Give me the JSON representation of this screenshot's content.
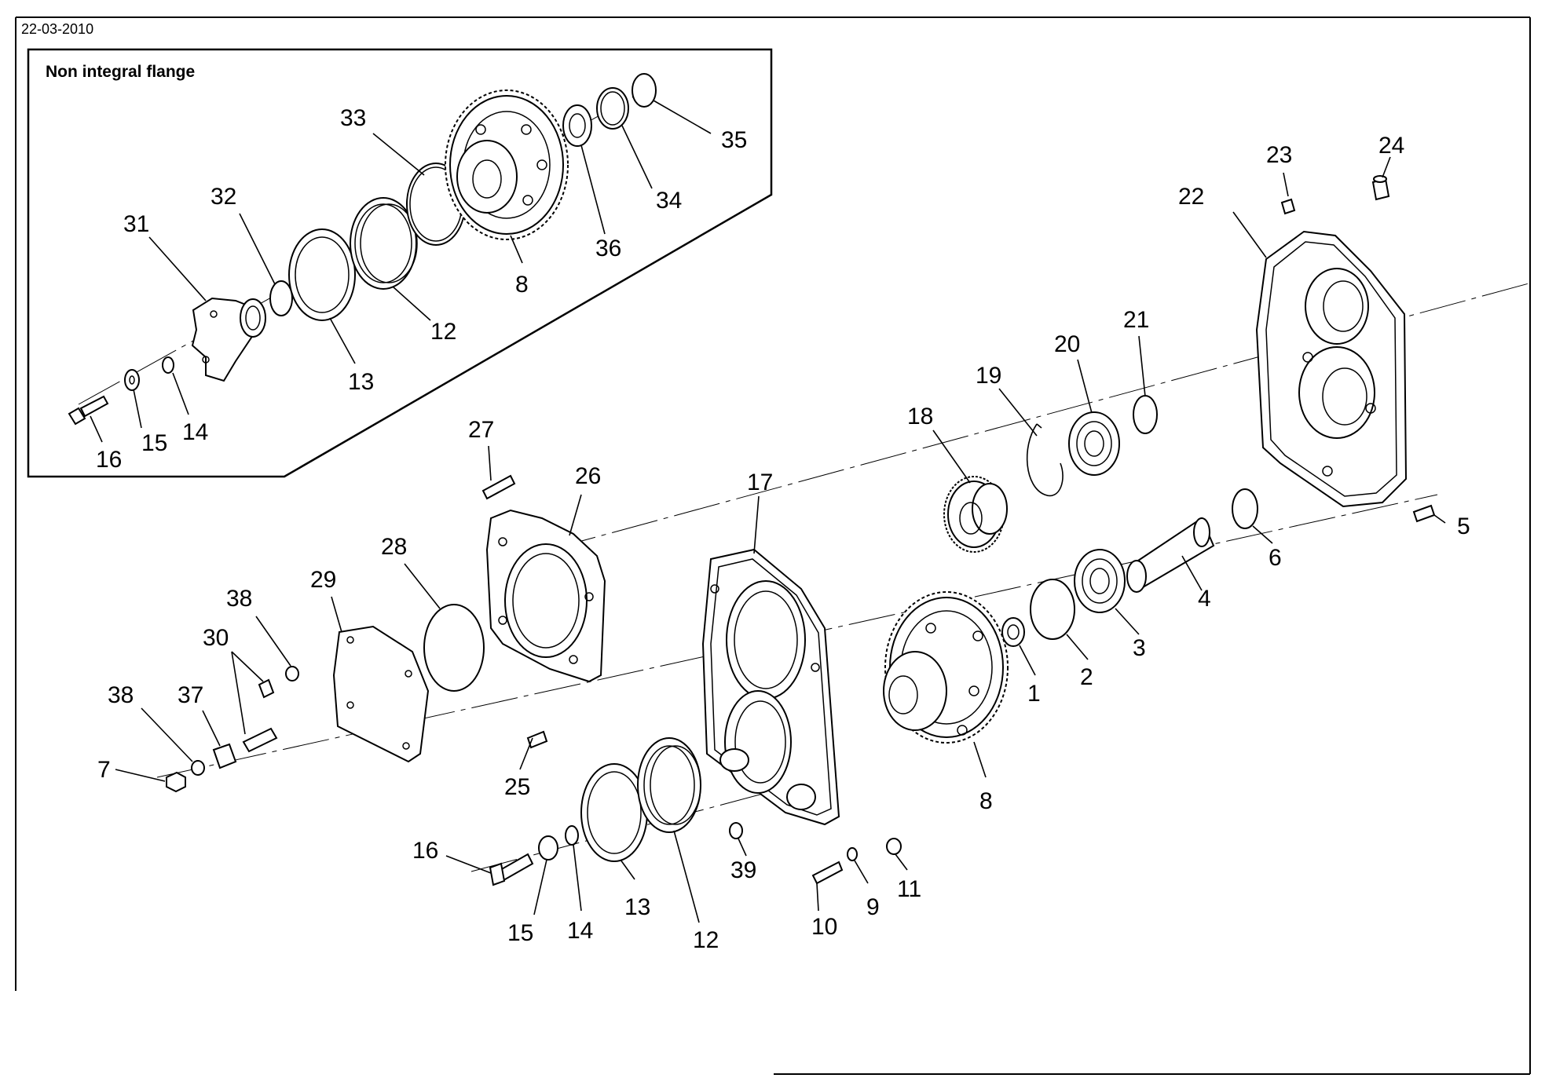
{
  "header": {
    "date": "22-03-2010"
  },
  "inset": {
    "title": "Non integral flange"
  },
  "labels": {
    "inset": [
      "31",
      "32",
      "33",
      "8",
      "12",
      "13",
      "14",
      "15",
      "16",
      "36",
      "34",
      "35"
    ],
    "main": [
      "23",
      "24",
      "22",
      "21",
      "20",
      "19",
      "18",
      "17",
      "27",
      "26",
      "28",
      "29",
      "38",
      "30",
      "38",
      "37",
      "7",
      "25",
      "16",
      "15",
      "14",
      "13",
      "12",
      "39",
      "10",
      "9",
      "11",
      "8",
      "1",
      "2",
      "3",
      "4",
      "6",
      "5"
    ]
  }
}
